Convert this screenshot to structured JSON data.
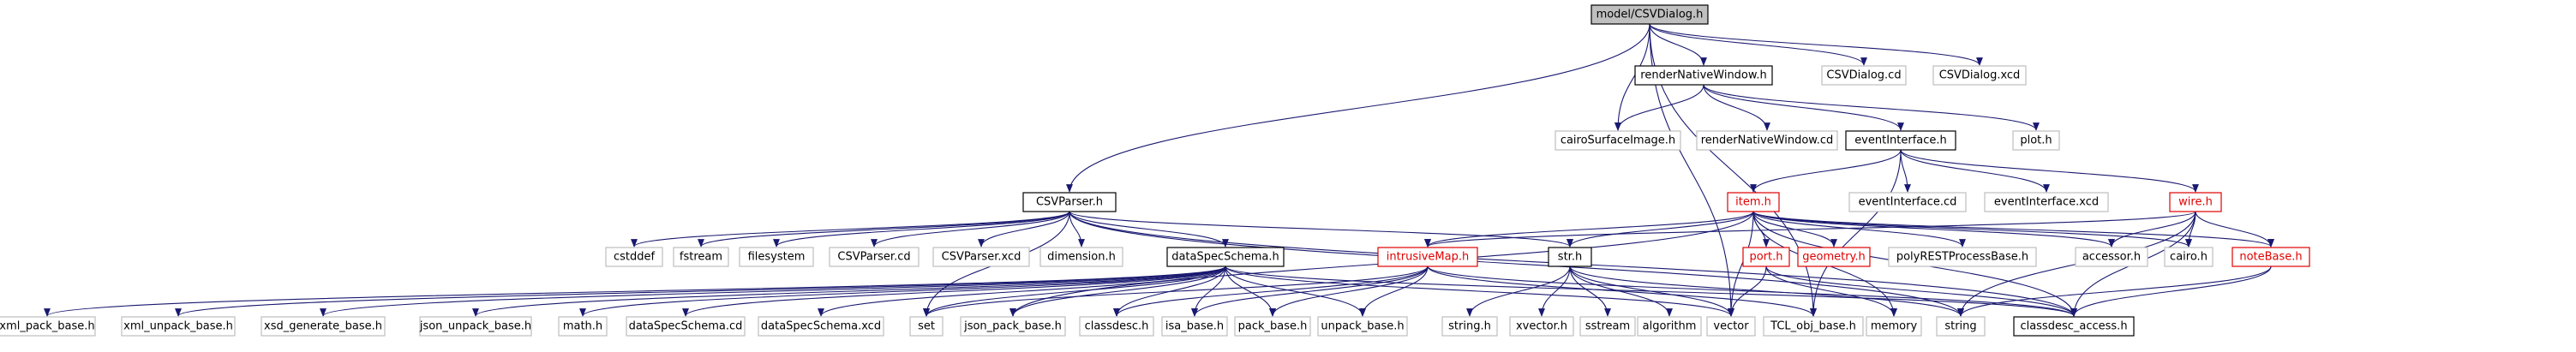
{
  "diagram": {
    "nodes": [
      {
        "id": "CSVDialog_h",
        "label": "model/CSVDialog.h",
        "style": "focus"
      },
      {
        "id": "renderNativeWindow_h",
        "label": "renderNativeWindow.h",
        "style": "black"
      },
      {
        "id": "CSVDialog_cd",
        "label": "CSVDialog.cd",
        "style": "gray"
      },
      {
        "id": "CSVDialog_xcd",
        "label": "CSVDialog.xcd",
        "style": "gray"
      },
      {
        "id": "cairoSurfaceImage_h",
        "label": "cairoSurfaceImage.h",
        "style": "gray"
      },
      {
        "id": "renderNativeWindow_cd",
        "label": "renderNativeWindow.cd",
        "style": "gray"
      },
      {
        "id": "eventInterface_h",
        "label": "eventInterface.h",
        "style": "black"
      },
      {
        "id": "plot_h",
        "label": "plot.h",
        "style": "gray"
      },
      {
        "id": "CSVParser_h",
        "label": "CSVParser.h",
        "style": "black"
      },
      {
        "id": "item_h",
        "label": "item.h",
        "style": "red"
      },
      {
        "id": "eventInterface_cd",
        "label": "eventInterface.cd",
        "style": "gray"
      },
      {
        "id": "eventInterface_xcd",
        "label": "eventInterface.xcd",
        "style": "gray"
      },
      {
        "id": "wire_h",
        "label": "wire.h",
        "style": "red"
      },
      {
        "id": "cstddef",
        "label": "cstddef",
        "style": "gray"
      },
      {
        "id": "fstream",
        "label": "fstream",
        "style": "gray"
      },
      {
        "id": "filesystem",
        "label": "filesystem",
        "style": "gray"
      },
      {
        "id": "CSVParser_cd",
        "label": "CSVParser.cd",
        "style": "gray"
      },
      {
        "id": "CSVParser_xcd",
        "label": "CSVParser.xcd",
        "style": "gray"
      },
      {
        "id": "dimension_h",
        "label": "dimension.h",
        "style": "gray"
      },
      {
        "id": "dataSpecSchema_h",
        "label": "dataSpecSchema.h",
        "style": "black"
      },
      {
        "id": "intrusiveMap_h",
        "label": "intrusiveMap.h",
        "style": "red"
      },
      {
        "id": "str_h",
        "label": "str.h",
        "style": "black"
      },
      {
        "id": "port_h",
        "label": "port.h",
        "style": "red"
      },
      {
        "id": "geometry_h",
        "label": "geometry.h",
        "style": "red"
      },
      {
        "id": "polyRESTProcessBase_h",
        "label": "polyRESTProcessBase.h",
        "style": "gray"
      },
      {
        "id": "accessor_h",
        "label": "accessor.h",
        "style": "gray"
      },
      {
        "id": "cairo_h",
        "label": "cairo.h",
        "style": "gray"
      },
      {
        "id": "noteBase_h",
        "label": "noteBase.h",
        "style": "red"
      },
      {
        "id": "xml_pack_base_h",
        "label": "xml_pack_base.h",
        "style": "gray"
      },
      {
        "id": "xml_unpack_base_h",
        "label": "xml_unpack_base.h",
        "style": "gray"
      },
      {
        "id": "xsd_generate_base_h",
        "label": "xsd_generate_base.h",
        "style": "gray"
      },
      {
        "id": "json_unpack_base_h",
        "label": "json_unpack_base.h",
        "style": "gray"
      },
      {
        "id": "math_h",
        "label": "math.h",
        "style": "gray"
      },
      {
        "id": "dataSpecSchema_cd",
        "label": "dataSpecSchema.cd",
        "style": "gray"
      },
      {
        "id": "dataSpecSchema_xcd",
        "label": "dataSpecSchema.xcd",
        "style": "gray"
      },
      {
        "id": "set",
        "label": "set",
        "style": "gray"
      },
      {
        "id": "json_pack_base_h",
        "label": "json_pack_base.h",
        "style": "gray"
      },
      {
        "id": "classdesc_h",
        "label": "classdesc.h",
        "style": "gray"
      },
      {
        "id": "isa_base_h",
        "label": "isa_base.h",
        "style": "gray"
      },
      {
        "id": "pack_base_h",
        "label": "pack_base.h",
        "style": "gray"
      },
      {
        "id": "unpack_base_h",
        "label": "unpack_base.h",
        "style": "gray"
      },
      {
        "id": "string_h",
        "label": "string.h",
        "style": "gray"
      },
      {
        "id": "xvector_h",
        "label": "xvector.h",
        "style": "gray"
      },
      {
        "id": "sstream",
        "label": "sstream",
        "style": "gray"
      },
      {
        "id": "algorithm",
        "label": "algorithm",
        "style": "gray"
      },
      {
        "id": "vector",
        "label": "vector",
        "style": "gray"
      },
      {
        "id": "TCL_obj_base_h",
        "label": "TCL_obj_base.h",
        "style": "gray"
      },
      {
        "id": "memory",
        "label": "memory",
        "style": "gray"
      },
      {
        "id": "string",
        "label": "string",
        "style": "gray"
      },
      {
        "id": "classdesc_access_h",
        "label": "classdesc_access.h",
        "style": "black"
      }
    ],
    "edges": [
      [
        "CSVDialog_h",
        "renderNativeWindow_h"
      ],
      [
        "CSVDialog_h",
        "CSVDialog_cd"
      ],
      [
        "CSVDialog_h",
        "CSVDialog_xcd"
      ],
      [
        "CSVDialog_h",
        "cairoSurfaceImage_h"
      ],
      [
        "CSVDialog_h",
        "CSVParser_h"
      ],
      [
        "CSVDialog_h",
        "vector"
      ],
      [
        "CSVDialog_h",
        "TCL_obj_base_h"
      ],
      [
        "renderNativeWindow_h",
        "cairoSurfaceImage_h"
      ],
      [
        "renderNativeWindow_h",
        "renderNativeWindow_cd"
      ],
      [
        "renderNativeWindow_h",
        "eventInterface_h"
      ],
      [
        "renderNativeWindow_h",
        "plot_h"
      ],
      [
        "eventInterface_h",
        "item_h"
      ],
      [
        "eventInterface_h",
        "eventInterface_cd"
      ],
      [
        "eventInterface_h",
        "eventInterface_xcd"
      ],
      [
        "eventInterface_h",
        "wire_h"
      ],
      [
        "eventInterface_h",
        "TCL_obj_base_h"
      ],
      [
        "CSVParser_h",
        "cstddef"
      ],
      [
        "CSVParser_h",
        "fstream"
      ],
      [
        "CSVParser_h",
        "filesystem"
      ],
      [
        "CSVParser_h",
        "CSVParser_cd"
      ],
      [
        "CSVParser_h",
        "CSVParser_xcd"
      ],
      [
        "CSVParser_h",
        "dimension_h"
      ],
      [
        "CSVParser_h",
        "dataSpecSchema_h"
      ],
      [
        "CSVParser_h",
        "str_h"
      ],
      [
        "CSVParser_h",
        "set"
      ],
      [
        "CSVParser_h",
        "classdesc_access_h"
      ],
      [
        "CSVParser_h",
        "string"
      ],
      [
        "item_h",
        "intrusiveMap_h"
      ],
      [
        "item_h",
        "str_h"
      ],
      [
        "item_h",
        "port_h"
      ],
      [
        "item_h",
        "geometry_h"
      ],
      [
        "item_h",
        "polyRESTProcessBase_h"
      ],
      [
        "item_h",
        "accessor_h"
      ],
      [
        "item_h",
        "cairo_h"
      ],
      [
        "item_h",
        "noteBase_h"
      ],
      [
        "item_h",
        "json_pack_base_h"
      ],
      [
        "item_h",
        "vector"
      ],
      [
        "item_h",
        "memory"
      ],
      [
        "item_h",
        "classdesc_access_h"
      ],
      [
        "wire_h",
        "accessor_h"
      ],
      [
        "wire_h",
        "cairo_h"
      ],
      [
        "wire_h",
        "noteBase_h"
      ],
      [
        "wire_h",
        "intrusiveMap_h"
      ],
      [
        "wire_h",
        "string"
      ],
      [
        "wire_h",
        "classdesc_access_h"
      ],
      [
        "dataSpecSchema_h",
        "xml_pack_base_h"
      ],
      [
        "dataSpecSchema_h",
        "xml_unpack_base_h"
      ],
      [
        "dataSpecSchema_h",
        "xsd_generate_base_h"
      ],
      [
        "dataSpecSchema_h",
        "json_unpack_base_h"
      ],
      [
        "dataSpecSchema_h",
        "math_h"
      ],
      [
        "dataSpecSchema_h",
        "dataSpecSchema_cd"
      ],
      [
        "dataSpecSchema_h",
        "dataSpecSchema_xcd"
      ],
      [
        "dataSpecSchema_h",
        "set"
      ],
      [
        "dataSpecSchema_h",
        "json_pack_base_h"
      ],
      [
        "dataSpecSchema_h",
        "classdesc_h"
      ],
      [
        "dataSpecSchema_h",
        "isa_base_h"
      ],
      [
        "dataSpecSchema_h",
        "pack_base_h"
      ],
      [
        "dataSpecSchema_h",
        "unpack_base_h"
      ],
      [
        "dataSpecSchema_h",
        "vector"
      ],
      [
        "dataSpecSchema_h",
        "classdesc_access_h"
      ],
      [
        "intrusiveMap_h",
        "set"
      ],
      [
        "intrusiveMap_h",
        "classdesc_h"
      ],
      [
        "intrusiveMap_h",
        "isa_base_h"
      ],
      [
        "intrusiveMap_h",
        "pack_base_h"
      ],
      [
        "intrusiveMap_h",
        "unpack_base_h"
      ],
      [
        "intrusiveMap_h",
        "TCL_obj_base_h"
      ],
      [
        "intrusiveMap_h",
        "classdesc_access_h"
      ],
      [
        "str_h",
        "string_h"
      ],
      [
        "str_h",
        "xvector_h"
      ],
      [
        "str_h",
        "sstream"
      ],
      [
        "str_h",
        "algorithm"
      ],
      [
        "str_h",
        "vector"
      ],
      [
        "str_h",
        "string"
      ],
      [
        "port_h",
        "vector"
      ],
      [
        "port_h",
        "memory"
      ],
      [
        "port_h",
        "classdesc_access_h"
      ],
      [
        "noteBase_h",
        "string"
      ],
      [
        "noteBase_h",
        "classdesc_access_h"
      ]
    ]
  }
}
